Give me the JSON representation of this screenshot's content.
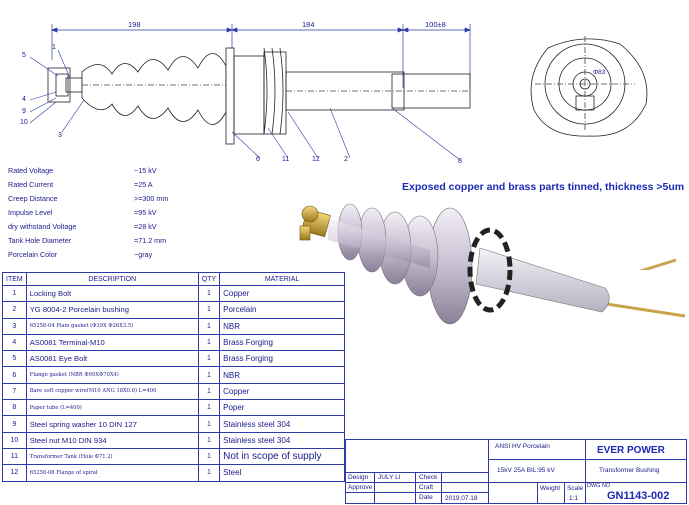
{
  "dimensions": {
    "d1": "198",
    "d2": "184",
    "d3": "100±8",
    "diameter": "Φ83"
  },
  "balloons": [
    "5",
    "1",
    "4",
    "9",
    "10",
    "3",
    "6",
    "11",
    "12",
    "2",
    "8"
  ],
  "specs": [
    {
      "label": "Rated Voltage",
      "value": "~15 kV"
    },
    {
      "label": "Rated Current",
      "value": "=25 A"
    },
    {
      "label": "Creep Distance",
      "value": ">=300  mm"
    },
    {
      "label": "Impulse Level",
      "value": "=95 kV"
    },
    {
      "label": "dry withstand Voltage",
      "value": "=28 kV"
    },
    {
      "label": "Tank Hole Diameter",
      "value": "=71.2 mm"
    },
    {
      "label": "Porcelain Color",
      "value": "~gray"
    }
  ],
  "note": "Exposed copper and brass parts tinned, thickness >5um",
  "bom": {
    "headers": {
      "item": "ITEM",
      "description": "DESCRIPTION",
      "qty": "QTY",
      "material": "MATERIAL"
    },
    "rows": [
      {
        "item": "1",
        "description": "Locking Bolt",
        "qty": "1",
        "material": "Copper"
      },
      {
        "item": "2",
        "description": "YG 8004-2 Porcelain bushing",
        "qty": "1",
        "material": "Porcelain"
      },
      {
        "item": "3",
        "description": "65258-04 Plain gasket (Φ39X Φ26X3.5)",
        "qty": "1",
        "material": "NBR"
      },
      {
        "item": "4",
        "description": "AS0081 Terminal-M10",
        "qty": "1",
        "material": "Brass Forging"
      },
      {
        "item": "5",
        "description": "AS0081 Eye Bolt",
        "qty": "1",
        "material": "Brass Forging"
      },
      {
        "item": "6",
        "description": "Flange  gasket (NBR Φ99XΦ70X4)",
        "qty": "1",
        "material": "NBR"
      },
      {
        "item": "7",
        "description": "Bare soft copper wire(M10 ANG 18X0.6) L=400",
        "qty": "1",
        "material": "Copper"
      },
      {
        "item": "8",
        "description": "Paper tube (L=400)",
        "qty": "1",
        "material": "Poper"
      },
      {
        "item": "9",
        "description": "Steel spring washer 10 DIN 127",
        "qty": "1",
        "material": "Stainless steel 304"
      },
      {
        "item": "10",
        "description": "Steel nut M10 DIN 934",
        "qty": "1",
        "material": "Stainless steel 304"
      },
      {
        "item": "11",
        "description": "Transformer Tank (Hole Φ71.2)",
        "qty": "1",
        "material": "Not in scope of supply"
      },
      {
        "item": "12",
        "description": "65258-08 Flange of spiral",
        "qty": "1",
        "material": "Steel"
      }
    ]
  },
  "title_block": {
    "standard": "ANSI HV Porcelain",
    "company": "EVER POWER",
    "rating": "15kV 25A BIL:95 kV",
    "product": "Transformer Bushing",
    "design_label": "Design",
    "designer": "JULY LI",
    "check_label": "Check",
    "approve_label": "Approve",
    "craft_label": "Craft",
    "weight_label": "Weight",
    "scale_label": "Scale",
    "scale_value": "1:1",
    "dwg_label": "DWG NO",
    "dwg_no": "GN1143-002",
    "date_label": "Date",
    "date_value": "2019.07.18"
  },
  "colors": {
    "ink": "#1a1a8c",
    "line": "#2d3aa8",
    "accent": "#c22222"
  }
}
